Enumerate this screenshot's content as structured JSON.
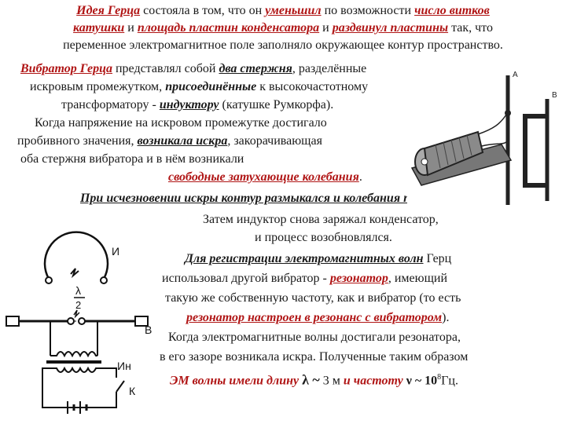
{
  "intro": {
    "l1": {
      "a": "Идея Герца",
      "b": " состояла в том, что он ",
      "c": "уменьшил",
      "d": " по возможности ",
      "e": "число витков"
    },
    "l2": {
      "a": "катушки",
      "b": " и ",
      "c": "площадь пластин конденсатора",
      "d": " и ",
      "e": "раздвинул пластины",
      "f": " так, что"
    },
    "l3": "переменное электромагнитное поле заполняло окружающее контур пространство."
  },
  "vibrator": {
    "l1": {
      "a": "Вибратор Герца",
      "b": " представлял собой ",
      "c": "два стержня",
      "d": ", разделённые"
    },
    "l2": {
      "a": "искровым промежутком, ",
      "b": "присоединённые",
      "c": " к высокочастотному"
    },
    "l3": {
      "a": "трансформатору - ",
      "b": "индуктору",
      "c": " (катушке Румкорфа)."
    },
    "l4": "Когда напряжение на искровом промежутке достигало",
    "l5": {
      "a": "пробивного значения, ",
      "b": "возникала искра",
      "c": ", закорачивающая"
    },
    "l6": "оба стержня вибратора и в нём возникали",
    "l7": {
      "a": "свободные затухающие колебания",
      "b": "."
    }
  },
  "break": "При исчезновении искры контур размыкался и колебания прекращались.",
  "cont": {
    "l1": "Затем индуктор снова заряжал конденсатор,",
    "l2": "и процесс возобновлялся."
  },
  "resonator": {
    "l1": {
      "a": "Для регистрации электромагнитных волн",
      "b": " Герц"
    },
    "l2": {
      "a": "использовал другой вибратор - ",
      "b": "резонатор",
      "c": ", имеющий"
    },
    "l3": "такую же собственную частоту, как и вибратор (то есть",
    "l4": {
      "a": "резонатор настроен в резонанс с вибратором",
      "b": ")."
    },
    "l5": "Когда электромагнитные волны достигали резонатора,",
    "l6": "в его зазоре возникала искра. Полученные таким образом",
    "l7": {
      "a": "ЭМ",
      "b": " волны имели длину ",
      "c": "λ ~",
      "d": " 3 м ",
      "e": "и частоту",
      "f": " ν ~ 10",
      "g": "8",
      "h": "Гц."
    }
  },
  "diagram": {
    "labels": {
      "i": "И",
      "lambda": "λ",
      "two": "2",
      "b": "В",
      "in": "Ин",
      "k": "К"
    }
  },
  "photo": {
    "label_a": "А",
    "label_b": "В"
  },
  "colors": {
    "accent": "#b01515",
    "text": "#1a1a1a"
  }
}
